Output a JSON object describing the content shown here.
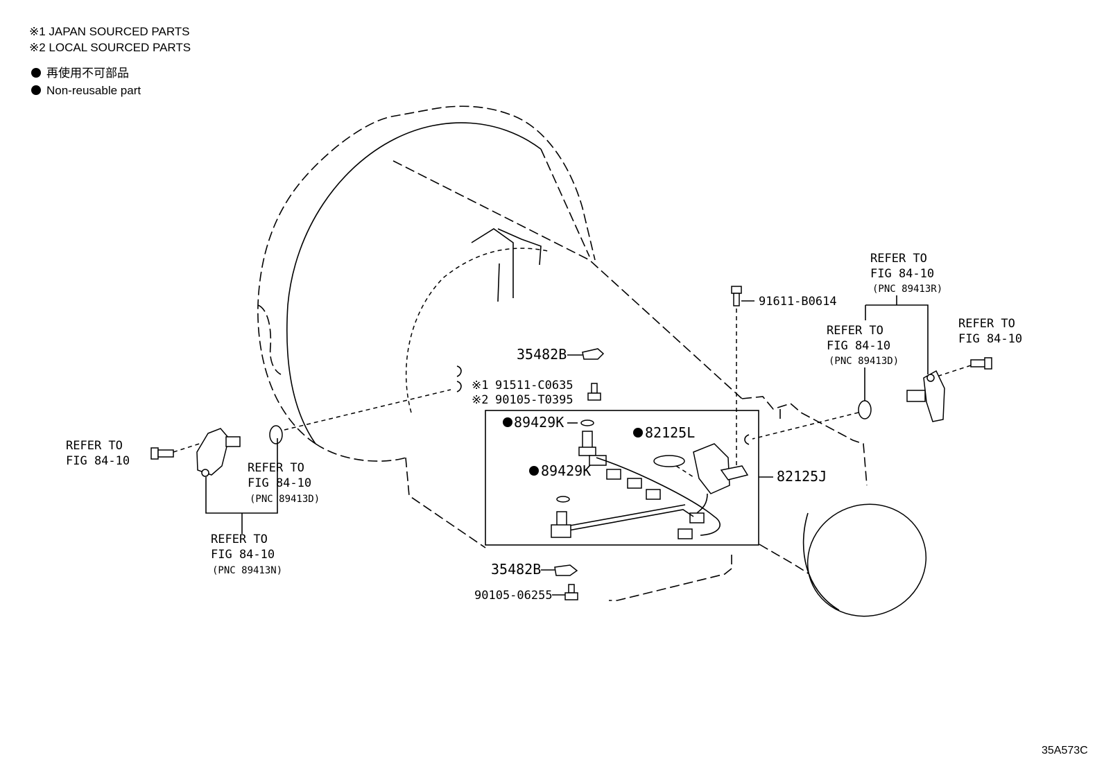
{
  "legend": {
    "note1": "※1 JAPAN SOURCED PARTS",
    "note2": "※2 LOCAL SOURCED PARTS",
    "nonreusable_jp": "再使用不可部品",
    "nonreusable_en": "Non-reusable part"
  },
  "refs": {
    "refer_to": "REFER TO",
    "fig": "FIG 84-10",
    "pnc_89413R": "(PNC 89413R)",
    "pnc_89413D": "(PNC 89413D)",
    "pnc_89413N": "(PNC 89413N)"
  },
  "parts": {
    "p91611": "91611-B0614",
    "p35482B": "35482B",
    "p91511_prefix": "※1",
    "p91511": "91511-C0635",
    "p90105T_prefix": "※2",
    "p90105T": "90105-T0395",
    "p89429K": "89429K",
    "p82125L": "82125L",
    "p82125J": "82125J",
    "p90105_06255": "90105-06255"
  },
  "figure_id": "35A573C"
}
